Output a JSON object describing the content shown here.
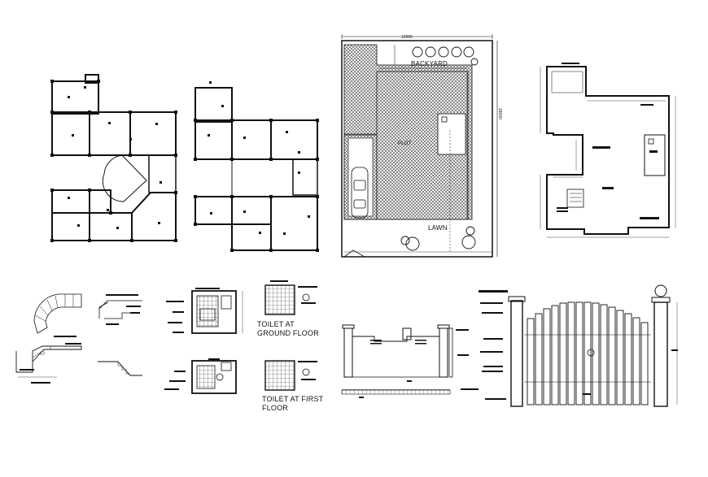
{
  "labels": {
    "backyard": "BACKYARD",
    "plot": "PLOT",
    "lawn": "LAWN",
    "toilet_ground_1": "TOILET AT",
    "toilet_ground_2": "GROUND FLOOR",
    "toilet_first_1": "TOILET AT FIRST",
    "toilet_first_2": "FLOOR"
  },
  "dimensions": {
    "site_width": "12000",
    "site_height": "18000"
  },
  "colors": {
    "line": "#111111",
    "hatch": "#555555",
    "background": "#ffffff"
  }
}
